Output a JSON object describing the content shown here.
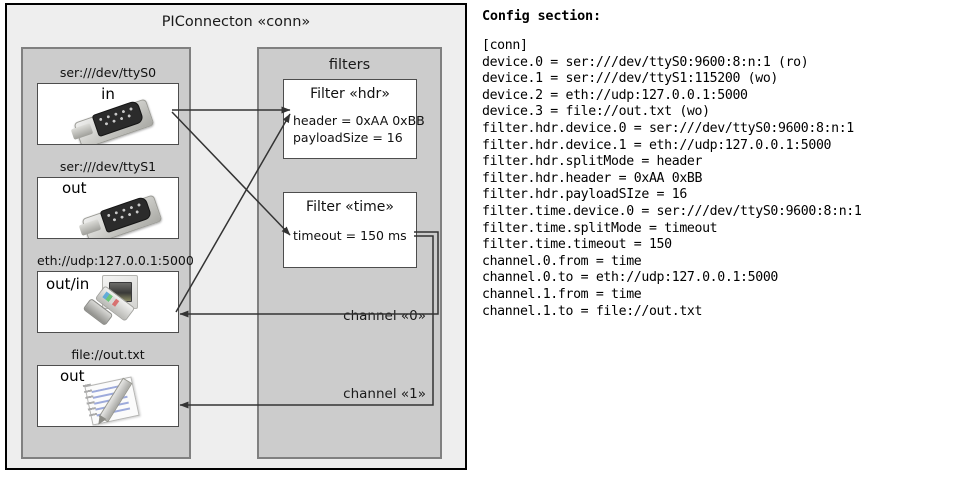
{
  "diagram": {
    "title": "PIConnecton «conn»",
    "devices_group": {
      "name": "devices-group",
      "items": [
        {
          "label": "ser:///dev/ttyS0",
          "io": "in",
          "icon": "serial-port-icon"
        },
        {
          "label": "ser:///dev/ttyS1",
          "io": "out",
          "icon": "serial-port-icon"
        },
        {
          "label": "eth://udp:127.0.0.1:5000",
          "io": "out/in",
          "icon": "ethernet-jack-icon"
        },
        {
          "label": "file://out.txt",
          "io": "out",
          "icon": "text-file-icon"
        }
      ]
    },
    "filters_group": {
      "title": "filters",
      "items": [
        {
          "title": "Filter «hdr»",
          "props": [
            "header = 0xAA 0xBB",
            "payloadSize = 16"
          ]
        },
        {
          "title": "Filter «time»",
          "props": [
            "timeout = 150 ms"
          ]
        }
      ]
    },
    "channels": [
      {
        "label": "channel «0»"
      },
      {
        "label": "channel «1»"
      }
    ]
  },
  "config": {
    "heading": "Config section:",
    "lines": [
      "[conn]",
      "device.0 = ser:///dev/ttyS0:9600:8:n:1 (ro)",
      "device.1 = ser:///dev/ttyS1:115200 (wo)",
      "device.2 = eth://udp:127.0.0.1:5000",
      "device.3 = file://out.txt (wo)",
      "filter.hdr.device.0 = ser:///dev/ttyS0:9600:8:n:1",
      "filter.hdr.device.1 = eth://udp:127.0.0.1:5000",
      "filter.hdr.splitMode = header",
      "filter.hdr.header = 0xAA 0xBB",
      "filter.hdr.payloadSIze = 16",
      "filter.time.device.0 = ser:///dev/ttyS0:9600:8:n:1",
      "filter.time.splitMode = timeout",
      "filter.time.timeout = 150",
      "channel.0.from = time",
      "channel.0.to = eth://udp:127.0.0.1:5000",
      "channel.1.from = time",
      "channel.1.to = file://out.txt"
    ]
  },
  "colors": {
    "page_bg": "#ffffff",
    "frame_bg": "#eeeeee",
    "frame_border": "#000000",
    "panel_bg": "#cccccc",
    "panel_border": "#808080",
    "box_bg": "#ffffff",
    "box_border": "#4d4d4d",
    "connector": "#333333",
    "text": "#111111"
  }
}
